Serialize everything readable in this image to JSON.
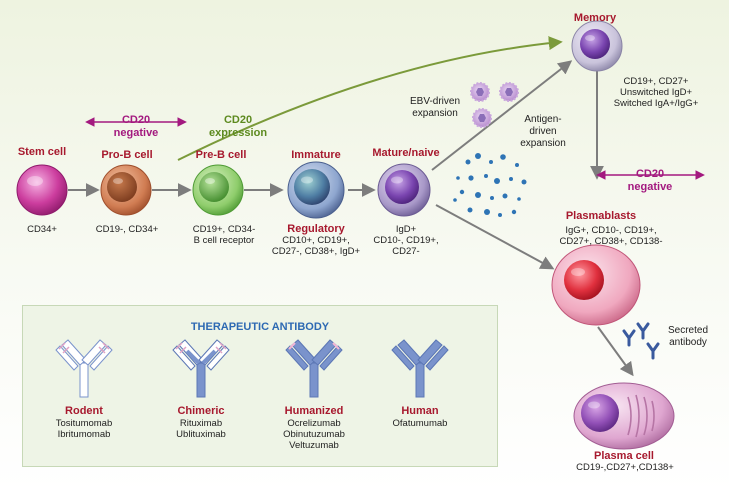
{
  "colors": {
    "background_top": "#eef3e0",
    "background_bottom": "#ffffff",
    "title_red": "#a7192e",
    "cd20_pink": "#a3197f",
    "cd20_green": "#5d8a1f",
    "antibody_blue": "#7a93cc",
    "antibody_pink": "#e0a3c5",
    "title_blue": "#2d69b3"
  },
  "stages": {
    "stem": {
      "title": "Stem cell",
      "markers": [
        "CD34+"
      ]
    },
    "prob": {
      "title": "Pro-B cell",
      "markers": [
        "CD19-, CD34+"
      ]
    },
    "preb": {
      "title": "Pre-B cell",
      "markers": [
        "CD19+, CD34-",
        "B cell receptor"
      ]
    },
    "immature": {
      "title": "Immature",
      "sublabel": "Regulatory",
      "markers": [
        "CD10+, CD19+,",
        "CD27-, CD38+, IgD+"
      ]
    },
    "mature": {
      "title": "Mature/naive",
      "markers": [
        "IgD+",
        "CD10-, CD19+,",
        "CD27-"
      ]
    },
    "memory": {
      "title": "Memory",
      "markers": [
        "CD19+, CD27+",
        "Unswitched IgD+",
        "Switched IgA+/IgG+"
      ]
    },
    "plasmablast": {
      "title": "Plasmablasts",
      "markers": [
        "IgG+, CD10-, CD19+,",
        "CD27+, CD38+, CD138-"
      ]
    },
    "plasma": {
      "title": "Plasma cell",
      "markers": [
        "CD19-,CD27+,CD138+"
      ]
    }
  },
  "cd20": {
    "negative_left": [
      "CD20",
      "negative"
    ],
    "expression": [
      "CD20",
      "expression"
    ],
    "negative_right": [
      "CD20",
      "negative"
    ]
  },
  "pathways": {
    "ebv": [
      "EBV-driven",
      "expansion"
    ],
    "antigen": [
      "Antigen-",
      "driven",
      "expansion"
    ],
    "secreted": [
      "Secreted",
      "antibody"
    ]
  },
  "therapeutic": {
    "title": "THERAPEUTIC ANTIBODY",
    "types": [
      {
        "name": "Rodent",
        "drugs": [
          "Tositumomab",
          "Ibritumomab"
        ],
        "icon": "rodent-antibody-icon"
      },
      {
        "name": "Chimeric",
        "drugs": [
          "Rituximab",
          "Ublituximab"
        ],
        "icon": "chimeric-antibody-icon"
      },
      {
        "name": "Humanized",
        "drugs": [
          "Ocrelizumab",
          "Obinutuzumab",
          "Veltuzumab"
        ],
        "icon": "humanized-antibody-icon"
      },
      {
        "name": "Human",
        "drugs": [
          "Ofatumumab"
        ],
        "icon": "human-antibody-icon"
      }
    ]
  }
}
